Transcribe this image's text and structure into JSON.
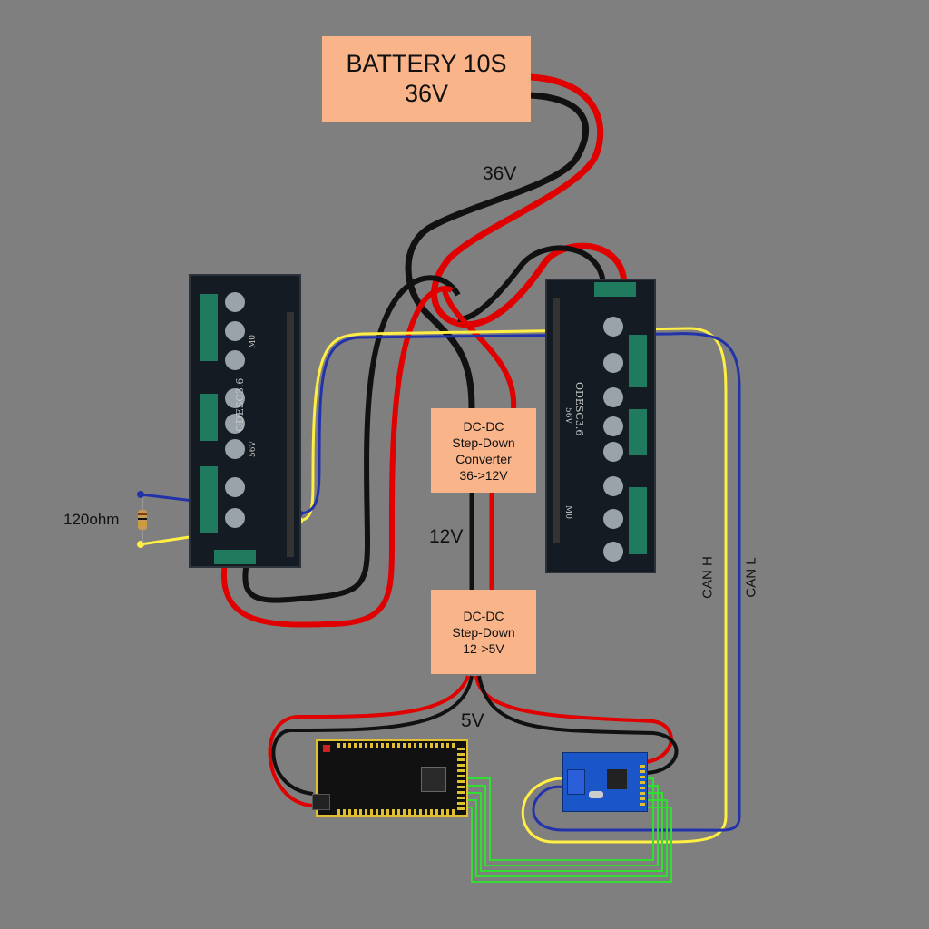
{
  "battery": {
    "line1": "BATTERY 10S",
    "line2": "36V"
  },
  "converter_12v": {
    "lines": [
      "DC-DC",
      "Step-Down",
      "Converter",
      "36->12V"
    ]
  },
  "converter_5v": {
    "lines": [
      "DC-DC",
      "Step-Down",
      "12->5V"
    ]
  },
  "wire_labels": {
    "v36": "36V",
    "v12": "12V",
    "v5": "5V"
  },
  "resistor_label": "120ohm",
  "can_labels": {
    "can_h": "CAN H",
    "can_l": "CAN L"
  },
  "odesc": {
    "model": "ODESC3.6",
    "voltage": "56V",
    "motor": "M0"
  },
  "colors": {
    "background": "#7f7f7f",
    "box_fill": "#f9b48a",
    "positive_wire": "#e00000",
    "negative_wire": "#111111",
    "can_high_wire": "#ffee44",
    "can_low_wire": "#2233aa",
    "spi_wire": "#33dd33"
  }
}
